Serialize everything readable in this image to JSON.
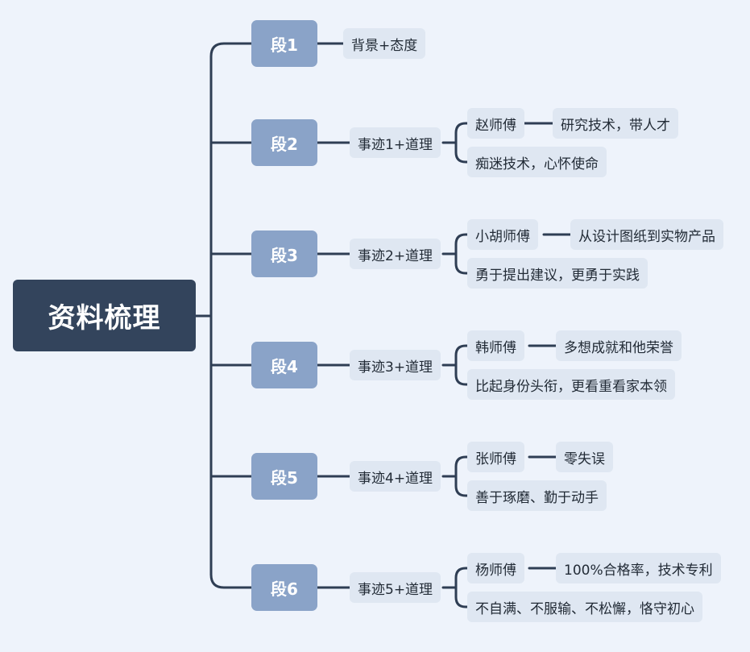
{
  "root": {
    "label": "资料梳理"
  },
  "segments": [
    {
      "label": "段1",
      "topic": "背景+态度",
      "children": []
    },
    {
      "label": "段2",
      "topic": "事迹1+道理",
      "children": [
        {
          "label": "赵师傅",
          "detail": "研究技术，带人才"
        },
        {
          "label": "痴迷技术，心怀使命"
        }
      ]
    },
    {
      "label": "段3",
      "topic": "事迹2+道理",
      "children": [
        {
          "label": "小胡师傅",
          "detail": "从设计图纸到实物产品"
        },
        {
          "label": "勇于提出建议，更勇于实践"
        }
      ]
    },
    {
      "label": "段4",
      "topic": "事迹3+道理",
      "children": [
        {
          "label": "韩师傅",
          "detail": "多想成就和他荣誉"
        },
        {
          "label": "比起身份头衔，更看重看家本领"
        }
      ]
    },
    {
      "label": "段5",
      "topic": "事迹4+道理",
      "children": [
        {
          "label": "张师傅",
          "detail": "零失误"
        },
        {
          "label": "善于琢磨、勤于动手"
        }
      ]
    },
    {
      "label": "段6",
      "topic": "事迹5+道理",
      "children": [
        {
          "label": "杨师傅",
          "detail": "100%合格率，技术专利"
        },
        {
          "label": "不自满、不服输、不松懈，恪守初心"
        }
      ]
    }
  ]
}
